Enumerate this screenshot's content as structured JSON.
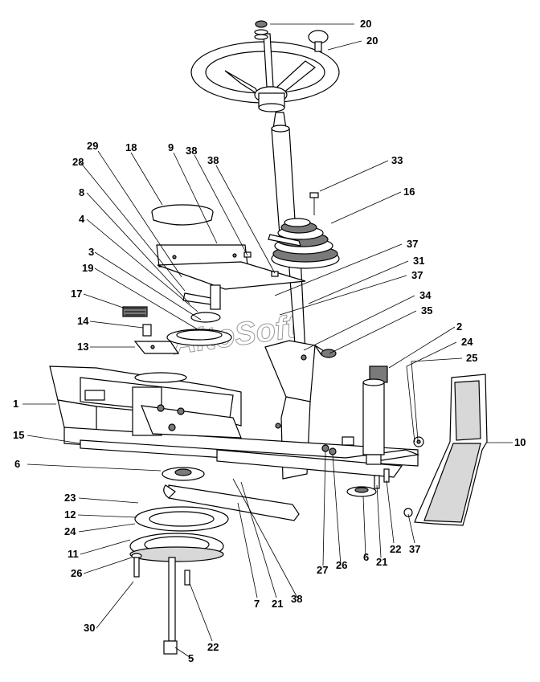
{
  "watermark": "AltoSoft",
  "callouts": {
    "c20a": "20",
    "c20b": "20",
    "c33": "33",
    "c16": "16",
    "c29": "29",
    "c18": "18",
    "c9": "9",
    "c38a": "38",
    "c38b": "38",
    "c28": "28",
    "c8": "8",
    "c4": "4",
    "c3": "3",
    "c19": "19",
    "c37a": "37",
    "c31": "31",
    "c37b": "37",
    "c34": "34",
    "c35": "35",
    "c17": "17",
    "c14": "14",
    "c13": "13",
    "c2": "2",
    "c24a": "24",
    "c25": "25",
    "c1": "1",
    "c15": "15",
    "c10": "10",
    "c6a": "6",
    "c23": "23",
    "c12": "12",
    "c24b": "24",
    "c11": "11",
    "c26a": "26",
    "c30": "30",
    "c22a": "22",
    "c5": "5",
    "c7": "7",
    "c21a": "21",
    "c38c": "38",
    "c27": "27",
    "c26b": "26",
    "c6b": "6",
    "c21b": "21",
    "c22b": "22",
    "c37c": "37"
  }
}
